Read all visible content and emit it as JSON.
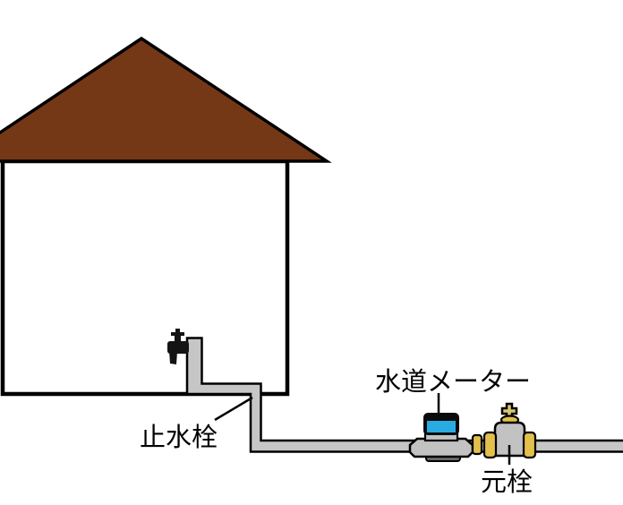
{
  "diagram": {
    "labels": {
      "water_meter": "水道メーター",
      "stop_valve": "止水栓",
      "main_valve": "元栓"
    },
    "colors": {
      "background": "#FFFFFF",
      "roof": "#753817",
      "wall": "#FFFFFF",
      "outline": "#000000",
      "pipe": "#C6C6C6",
      "faucet": "#141414",
      "meter_cap_black": "#0B0B0B",
      "meter_cap_blue": "#29ABE2",
      "meter_body": "#C2C2C2",
      "meter_foot": "#6B6B6B",
      "brass": "#E2C04C",
      "valve_body": "#C2C2C2",
      "valve_cross": "#D9C870"
    }
  }
}
